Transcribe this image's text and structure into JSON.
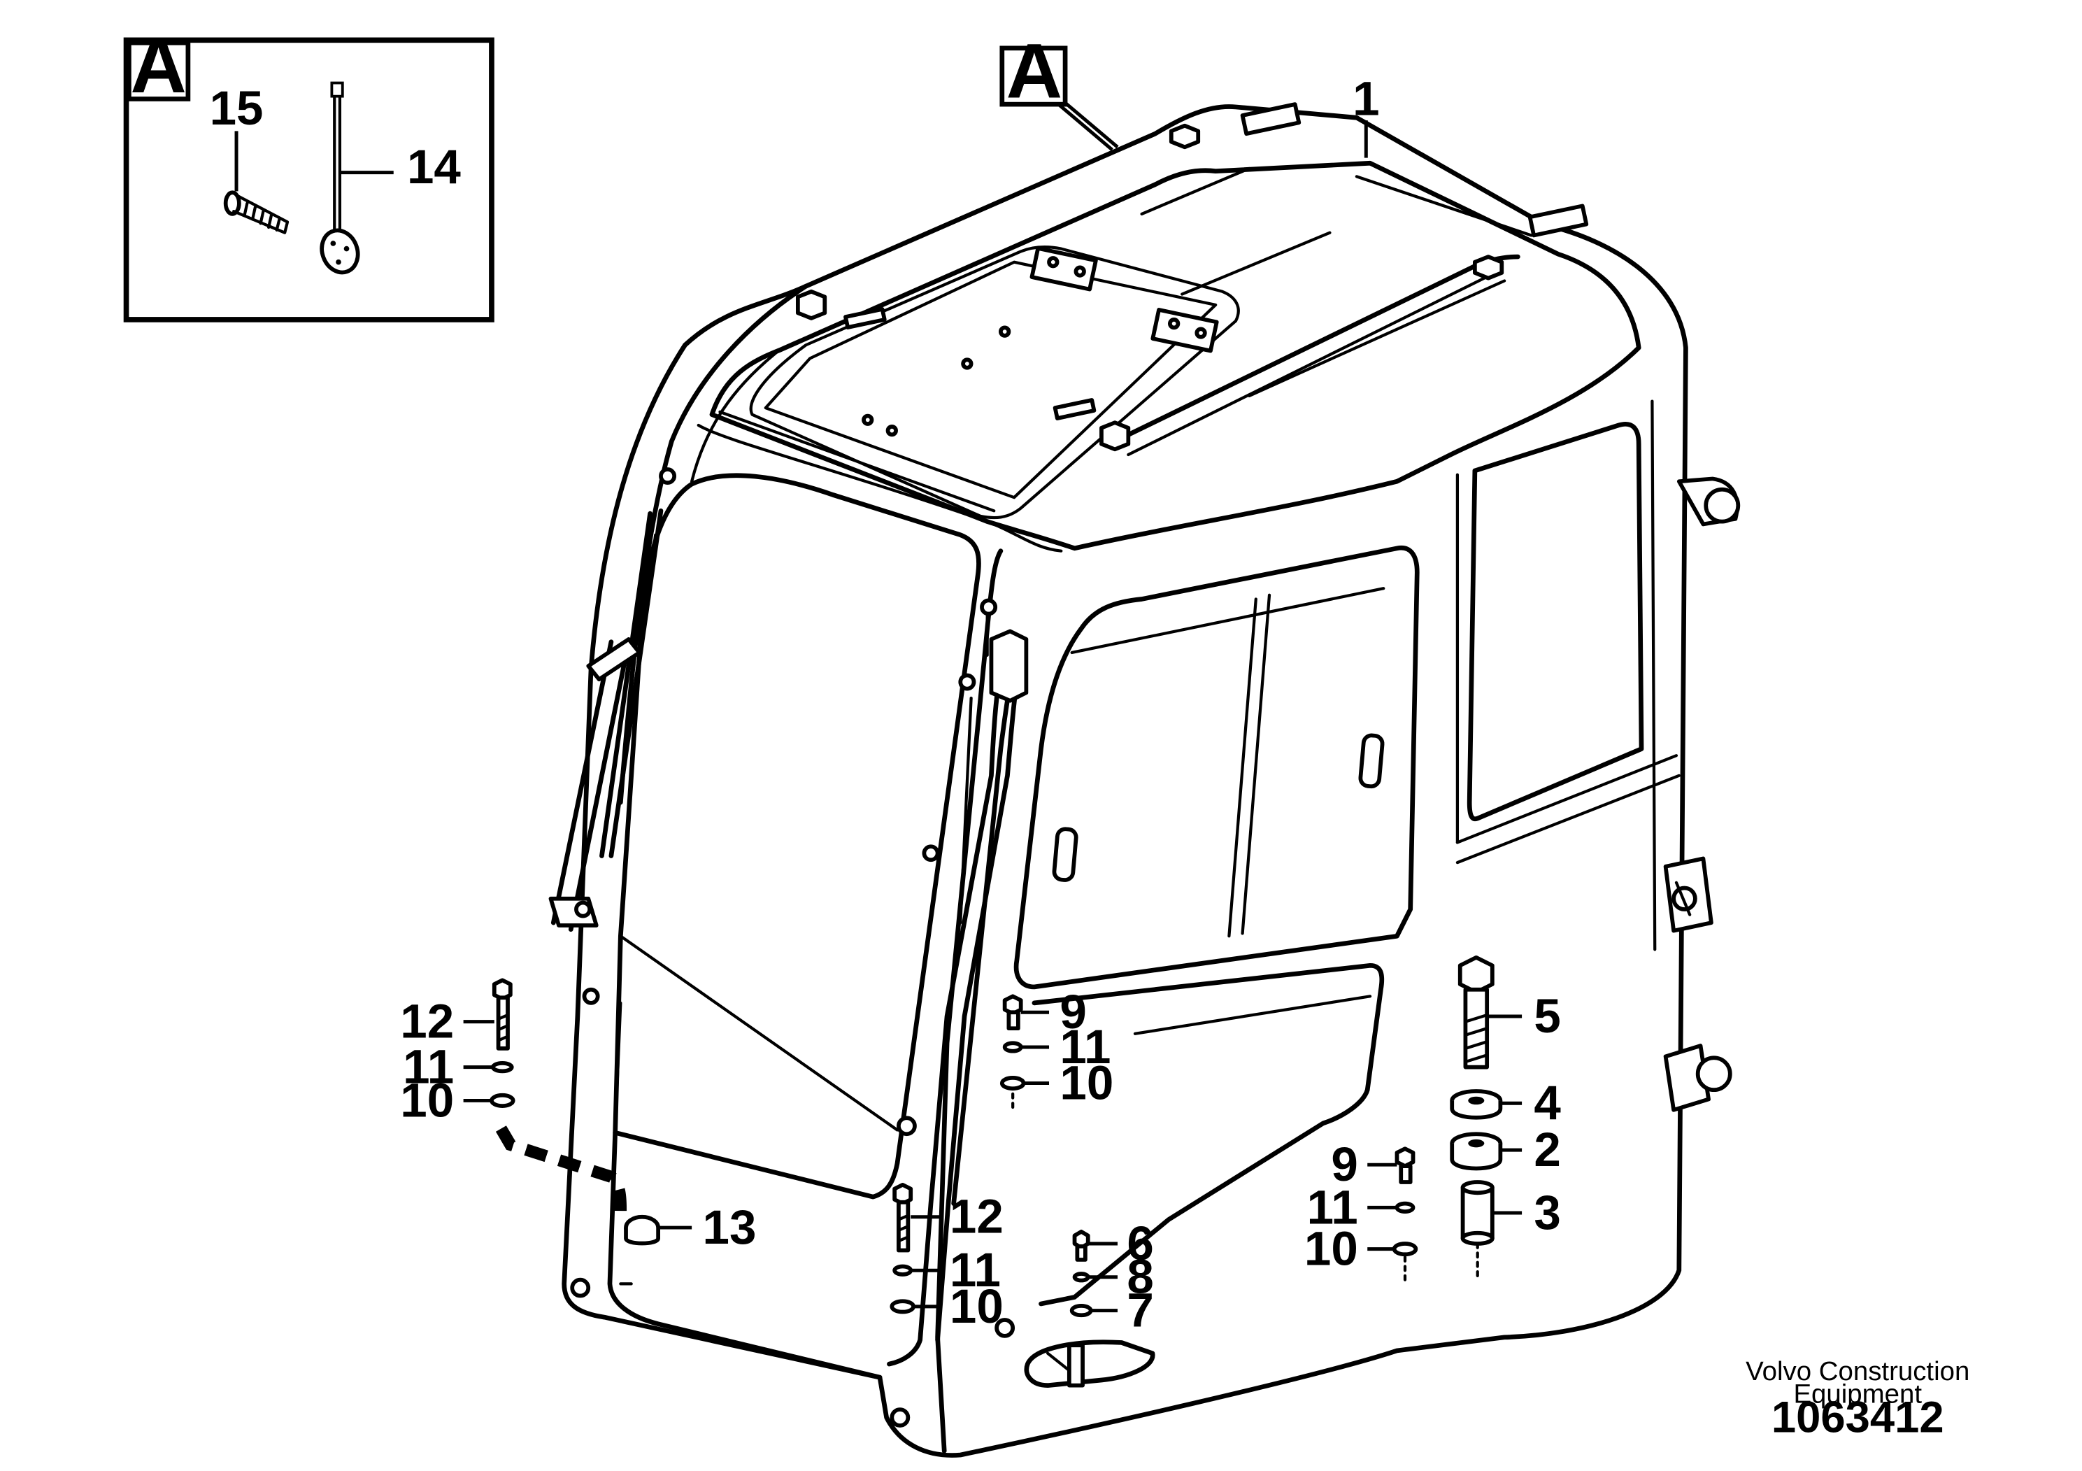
{
  "detail_view": {
    "label": "A",
    "callouts": [
      "15",
      "14"
    ]
  },
  "cab_view": {
    "detail_reference": "A",
    "callouts": {
      "c1": "1",
      "c2": "2",
      "c3": "3",
      "c4": "4",
      "c5": "5",
      "c6": "6",
      "c7": "7",
      "c8": "8",
      "c9a": "9",
      "c9b": "9",
      "c10a": "10",
      "c10b": "10",
      "c10c": "10",
      "c10d": "10",
      "c11a": "11",
      "c11b": "11",
      "c11c": "11",
      "c11d": "11",
      "c12a": "12",
      "c12b": "12",
      "c13": "13"
    }
  },
  "footer": {
    "maker_line1": "Volvo Construction",
    "maker_line2": "Equipment",
    "document_number": "1063412"
  }
}
